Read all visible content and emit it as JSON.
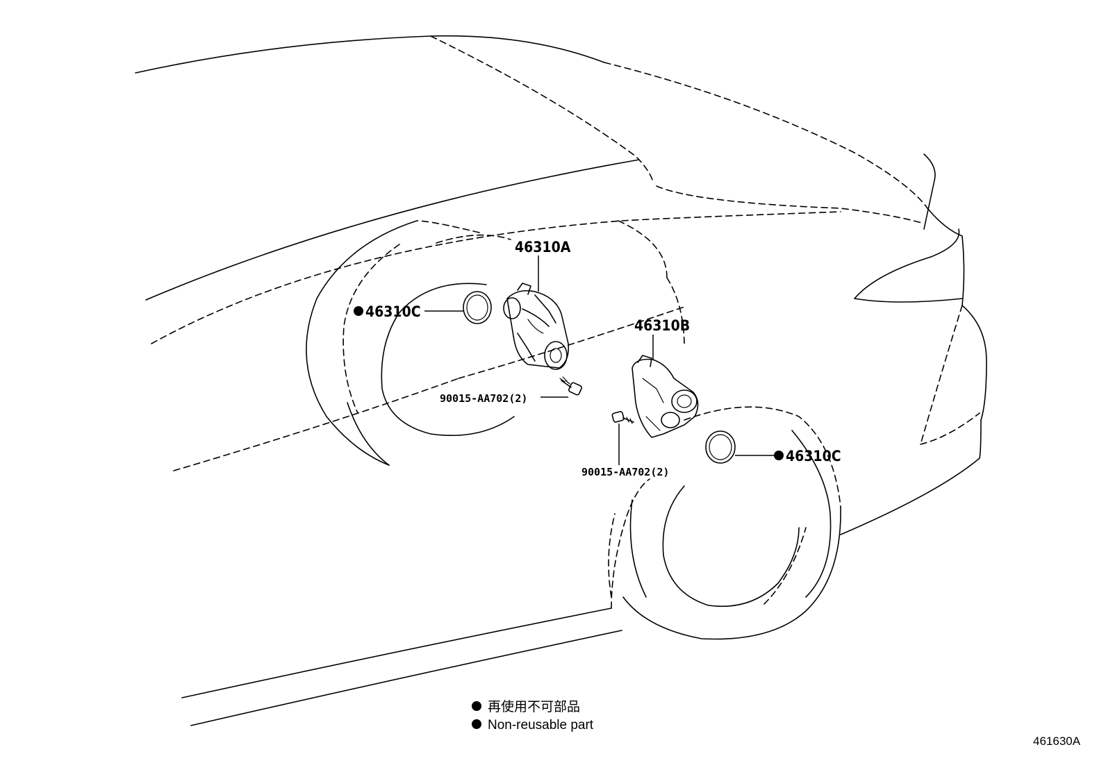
{
  "diagram": {
    "type": "parts-illustration",
    "callouts": {
      "actuator_front": "46310A",
      "actuator_rear": "46310B",
      "seal_front": "46310C",
      "seal_rear": "46310C",
      "bolt_front": "90015-AA702(2)",
      "bolt_rear": "90015-AA702(2)"
    },
    "legend": {
      "symbol": "●",
      "line_ja": "再使用不可部品",
      "line_en": "Non-reusable part"
    },
    "drawing_number": "461630A"
  }
}
